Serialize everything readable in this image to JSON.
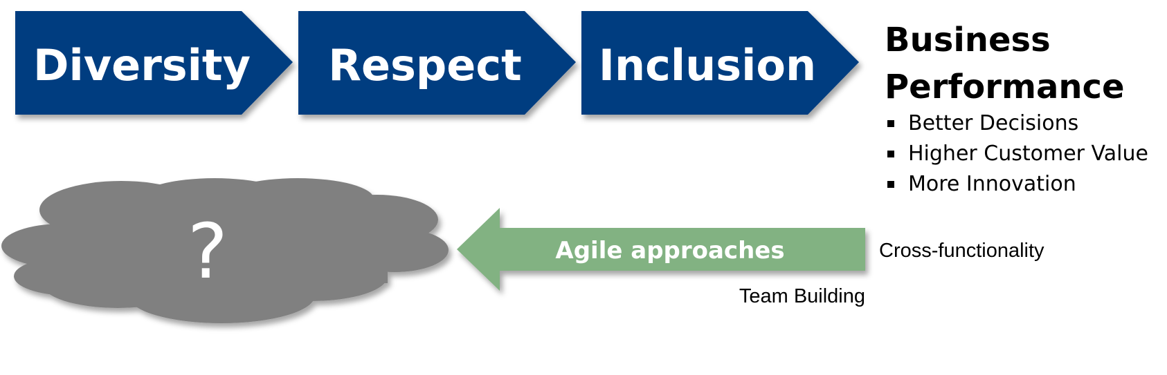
{
  "colors": {
    "chevron_fill": "#063e80",
    "cloud_fill": "#808080",
    "arrow_fill": "#82b282",
    "shadow": "#bdbdbd"
  },
  "chevrons": [
    {
      "label": "Diversity"
    },
    {
      "label": "Respect"
    },
    {
      "label": "Inclusion"
    }
  ],
  "performance": {
    "title_line1": "Business",
    "title_line2": "Performance",
    "items": [
      {
        "label": "Better Decisions"
      },
      {
        "label": "Higher Customer Value"
      },
      {
        "label": "More Innovation"
      }
    ]
  },
  "cloud": {
    "label": "?",
    "icon": "cloud-shape"
  },
  "arrow": {
    "label": "Agile approaches",
    "direction": "left"
  },
  "side_labels": {
    "cross_functionality": "Cross-functionality",
    "team_building": "Team Building"
  }
}
